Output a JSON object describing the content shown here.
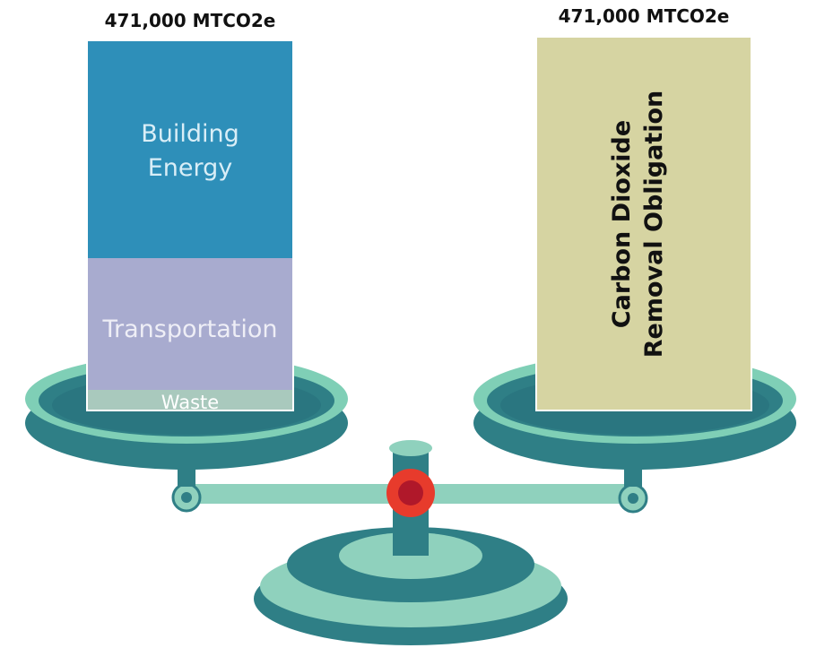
{
  "left_stack": {
    "total_label": "471,000 MTCO2e",
    "segments": [
      {
        "label_lines": [
          "Building",
          "Energy"
        ],
        "color": "#2e8fb9"
      },
      {
        "label_lines": [
          "Transportation"
        ],
        "color": "#a8abcf"
      },
      {
        "label_lines": [
          "Waste"
        ],
        "color": "#a9c9bd"
      }
    ]
  },
  "right_stack": {
    "total_label": "471,000 MTCO2e",
    "label_lines": [
      "Carbon Dioxide",
      "Removal Obligation"
    ],
    "color": "#d6d4a2"
  },
  "colors": {
    "pan_dark": "#2f7f86",
    "pan_rim": "#7fcfb6",
    "pan_light": "#a6dcc6",
    "beam": "#8fd1bd",
    "pivot_outer": "#e73b2c",
    "pivot_inner": "#b0182a",
    "base_dark": "#2f7f86",
    "base_light": "#8fd1bd"
  }
}
